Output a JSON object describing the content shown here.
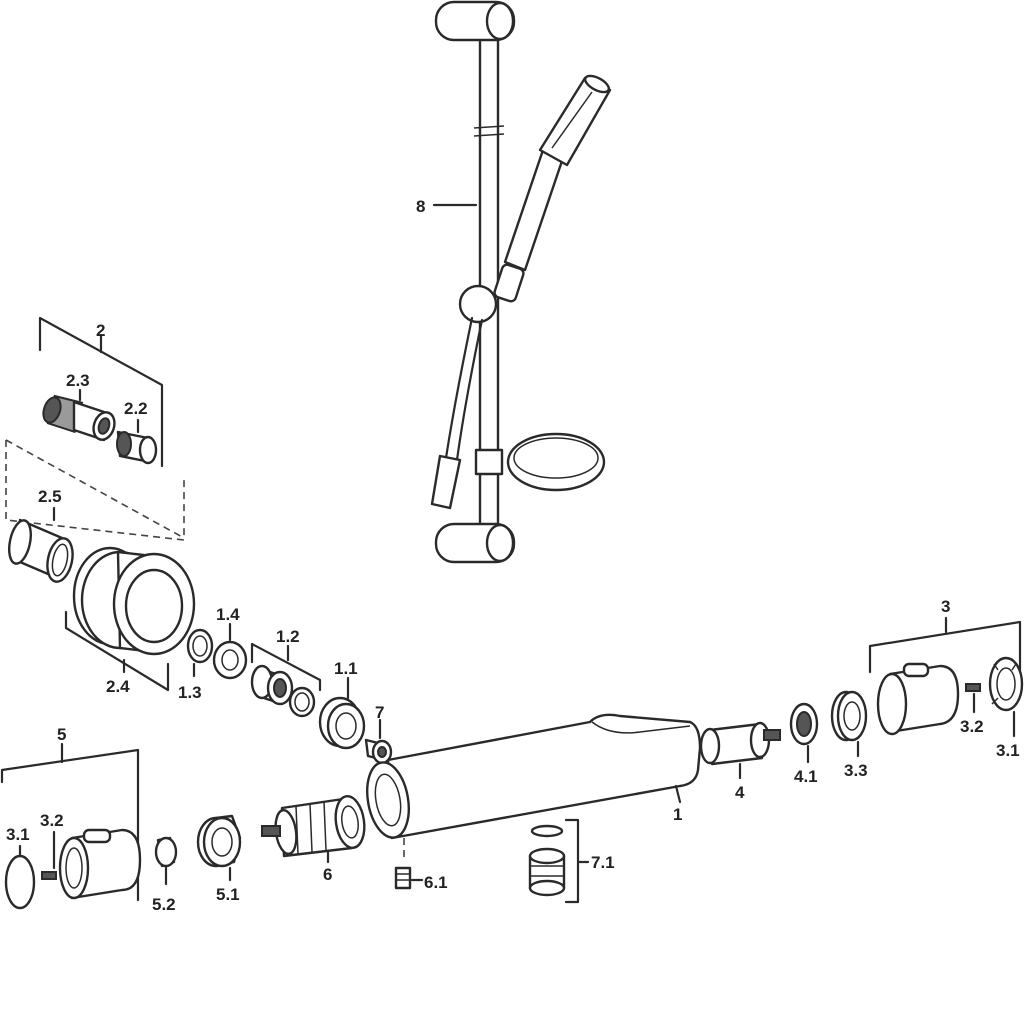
{
  "labels": {
    "p1": "1",
    "p1_1": "1.1",
    "p1_2": "1.2",
    "p1_3": "1.3",
    "p1_4": "1.4",
    "p2": "2",
    "p2_2": "2.2",
    "p2_3": "2.3",
    "p2_4": "2.4",
    "p2_5": "2.5",
    "p3": "3",
    "p3_1": "3.1",
    "p3_2": "3.2",
    "p3_3": "3.3",
    "p4": "4",
    "p4_1": "4.1",
    "p5": "5",
    "p5_1": "5.1",
    "p5_2": "5.2",
    "p5_3_1": "3.1",
    "p5_3_2": "3.2",
    "p6": "6",
    "p6_1": "6.1",
    "p7": "7",
    "p7_1": "7.1",
    "p8": "8"
  }
}
